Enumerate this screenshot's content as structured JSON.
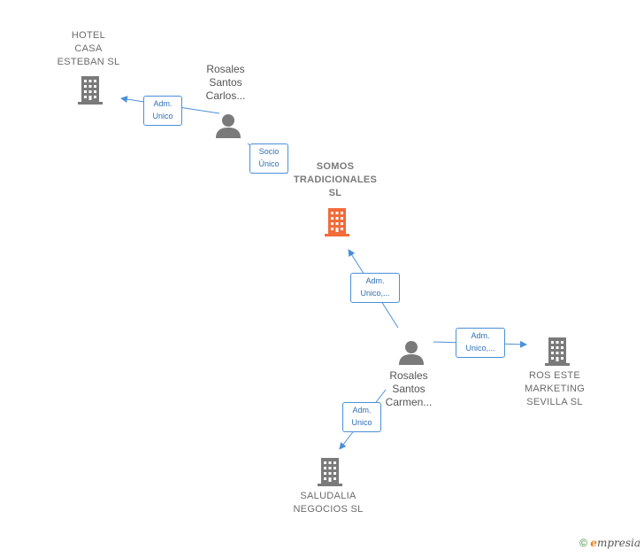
{
  "colors": {
    "company": "#7a7a7a",
    "center_company": "#f26b3a",
    "person": "#7a7a7a",
    "edge": "#4a90d9"
  },
  "nodes": {
    "hotel": {
      "lines": [
        "HOTEL",
        "CASA",
        "ESTEBAN  SL"
      ],
      "icon": "building-icon"
    },
    "rosales_carlos": {
      "lines": [
        "Rosales",
        "Santos",
        "Carlos..."
      ],
      "icon": "person-icon"
    },
    "somos": {
      "lines": [
        "SOMOS",
        "TRADICIONALES",
        "SL"
      ],
      "icon": "building-icon"
    },
    "rosales_carmen": {
      "lines": [
        "Rosales",
        "Santos",
        "Carmen..."
      ],
      "icon": "person-icon"
    },
    "ros_este": {
      "lines": [
        "ROS ESTE",
        "MARKETING",
        "SEVILLA  SL"
      ],
      "icon": "building-icon"
    },
    "saludalia": {
      "lines": [
        "SALUDALIA",
        "NEGOCIOS SL"
      ],
      "icon": "building-icon"
    }
  },
  "edges": {
    "carlos_hotel": {
      "lines": [
        "Adm.",
        "Unico"
      ]
    },
    "carlos_somos": {
      "lines": [
        "Socio",
        "Único"
      ]
    },
    "carmen_somos": {
      "lines": [
        "Adm.",
        "Unico,..."
      ]
    },
    "carmen_ros": {
      "lines": [
        "Adm.",
        "Unico,..."
      ]
    },
    "carmen_saludalia": {
      "lines": [
        "Adm.",
        "Unico"
      ]
    }
  },
  "footer": {
    "copyright": "©",
    "brand_e": "e",
    "brand_rest": "mpresia"
  }
}
